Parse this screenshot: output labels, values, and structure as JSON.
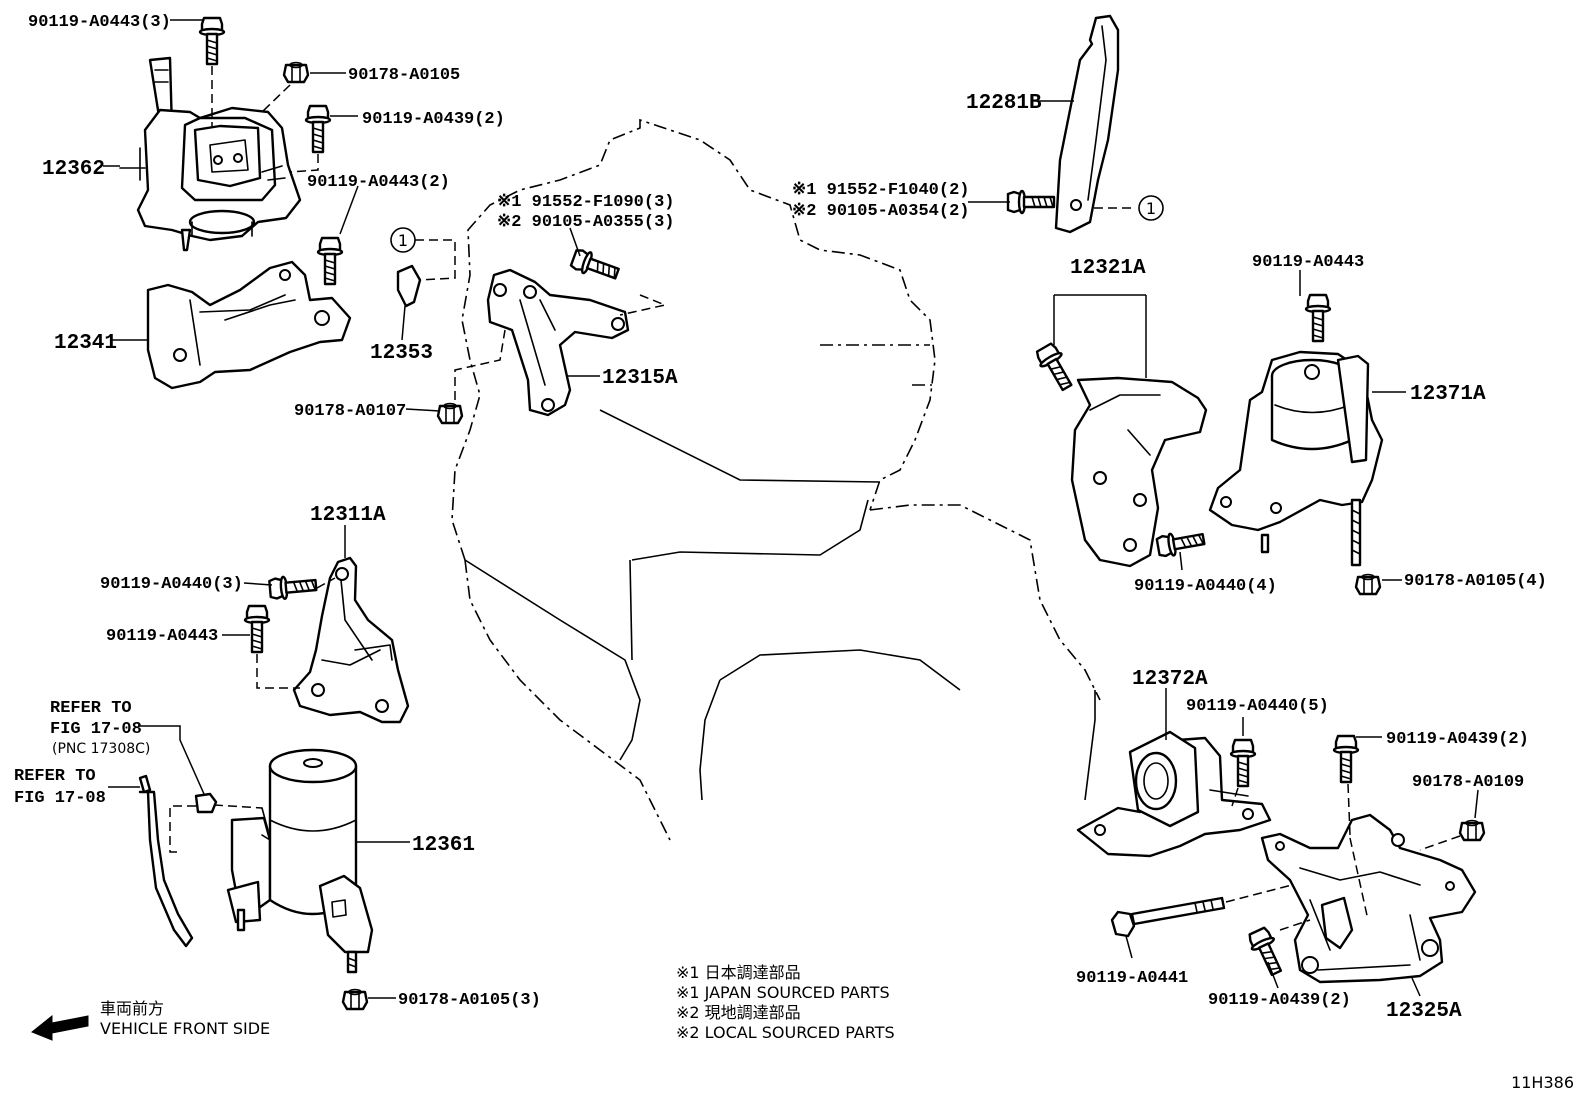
{
  "diagram": "11H386",
  "labels": {
    "l1": "90119-A0443(3)",
    "l2": "90178-A0105",
    "l3": "90119-A0439(2)",
    "l4": "12362",
    "l5": "90119-A0443(2)",
    "l6": "12341",
    "l7": "12353",
    "l8": "12315A",
    "l9": "90178-A0107",
    "l10": "※1 91552-F1090(3)",
    "l11": "※2 90105-A0355(3)",
    "l12": "12281B",
    "l13": "※1 91552-F1040(2)",
    "l14": "※2 90105-A0354(2)",
    "l15": "12321A",
    "l16": "90119-A0443",
    "l17": "12371A",
    "l18": "90119-A0440(4)",
    "l19": "90178-A0105(4)",
    "l20": "12311A",
    "l21": "90119-A0440(3)",
    "l22": "90119-A0443",
    "l23": "REFER TO",
    "l24": "FIG 17-08",
    "l25": "(PNC 17308C)",
    "l26": "REFER TO",
    "l27": "FIG 17-08",
    "l28": "12361",
    "l29": "90178-A0105(3)",
    "l30": "12372A",
    "l31": "90119-A0440(5)",
    "l32": "90119-A0439(2)",
    "l33": "90178-A0109",
    "l34": "90119-A0441",
    "l35": "90119-A0439(2)",
    "l36": "12325A"
  },
  "circle_marker": "1",
  "legend": {
    "n1": "※1  日本調達部品",
    "n2": "※1  JAPAN SOURCED PARTS",
    "n3": "※2  現地調達部品",
    "n4": "※2  LOCAL SOURCED PARTS"
  },
  "direction": {
    "jp": "車両前方",
    "en": "VEHICLE FRONT SIDE"
  }
}
